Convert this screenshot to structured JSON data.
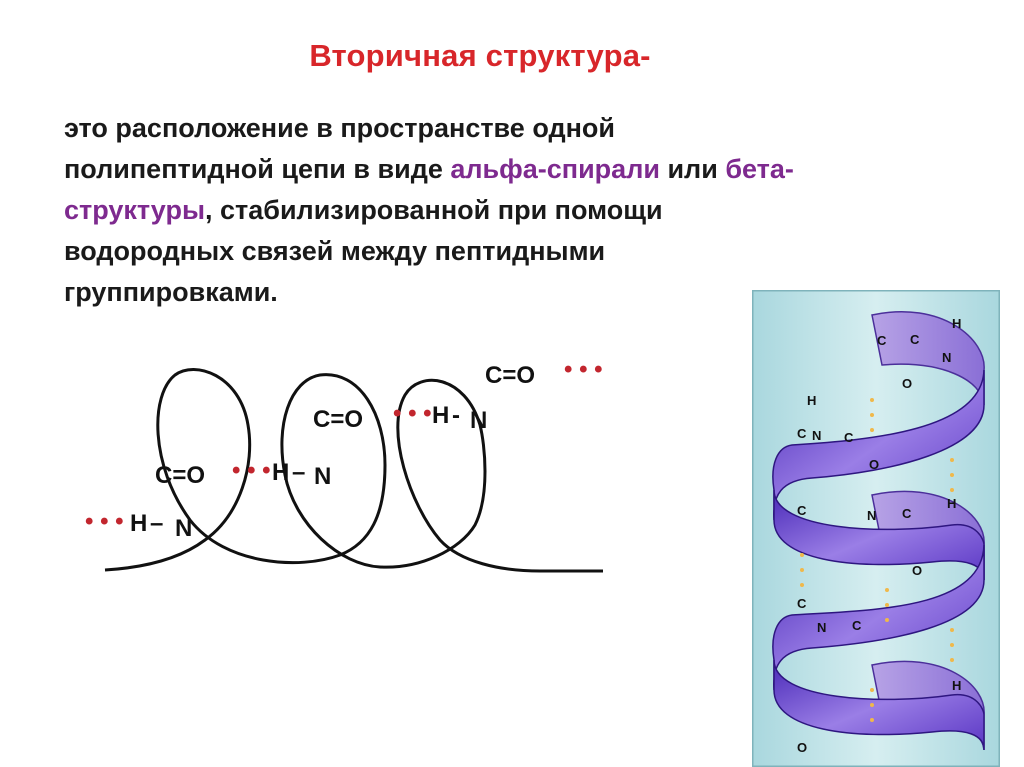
{
  "slide": {
    "title": "Вторичная структура-",
    "definition": {
      "line1": "это расположение в пространстве одной",
      "line2_a": "полипептидной цепи в виде ",
      "line2_hl1": "альфа-спирали",
      "line2_b": " или ",
      "line2_hl2": "бета-",
      "line3_hl": "структуры",
      "line3_b": ", стабилизированной при помощи",
      "line4": "водородных связей между пептидными",
      "line5": "группировками."
    },
    "highlight_color": "#7e2a8f",
    "title_color": "#d8262a"
  },
  "diagram": {
    "dots": "• • •",
    "groups": [
      {
        "h": "H",
        "dash": "–",
        "n": "N"
      },
      {
        "co": "C=O",
        "h": "H",
        "dash": "–",
        "n": "N"
      },
      {
        "co": "C=O",
        "h": "H",
        "dash": "-",
        "n": "N"
      },
      {
        "co": "C=O"
      }
    ]
  },
  "helix": {
    "atoms": [
      "C",
      "N",
      "C",
      "H",
      "O",
      "C",
      "N",
      "C",
      "O",
      "H",
      "C",
      "N",
      "C",
      "O",
      "H",
      "C",
      "N",
      "C",
      "O",
      "H"
    ],
    "ribbon_color": "#7a4fd0",
    "background_color": "#bfe3e8"
  }
}
